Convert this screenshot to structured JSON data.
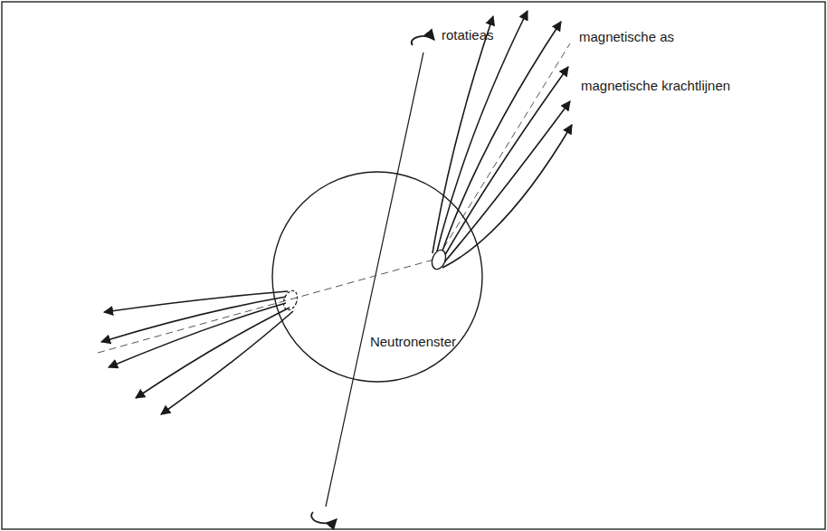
{
  "diagram": {
    "nodes": [
      {
        "text": [
          "Neutronenster"
        ]
      }
    ],
    "labels": [
      "rotatieas",
      "magnetische as",
      "magnetische krachtlijnen"
    ]
  }
}
